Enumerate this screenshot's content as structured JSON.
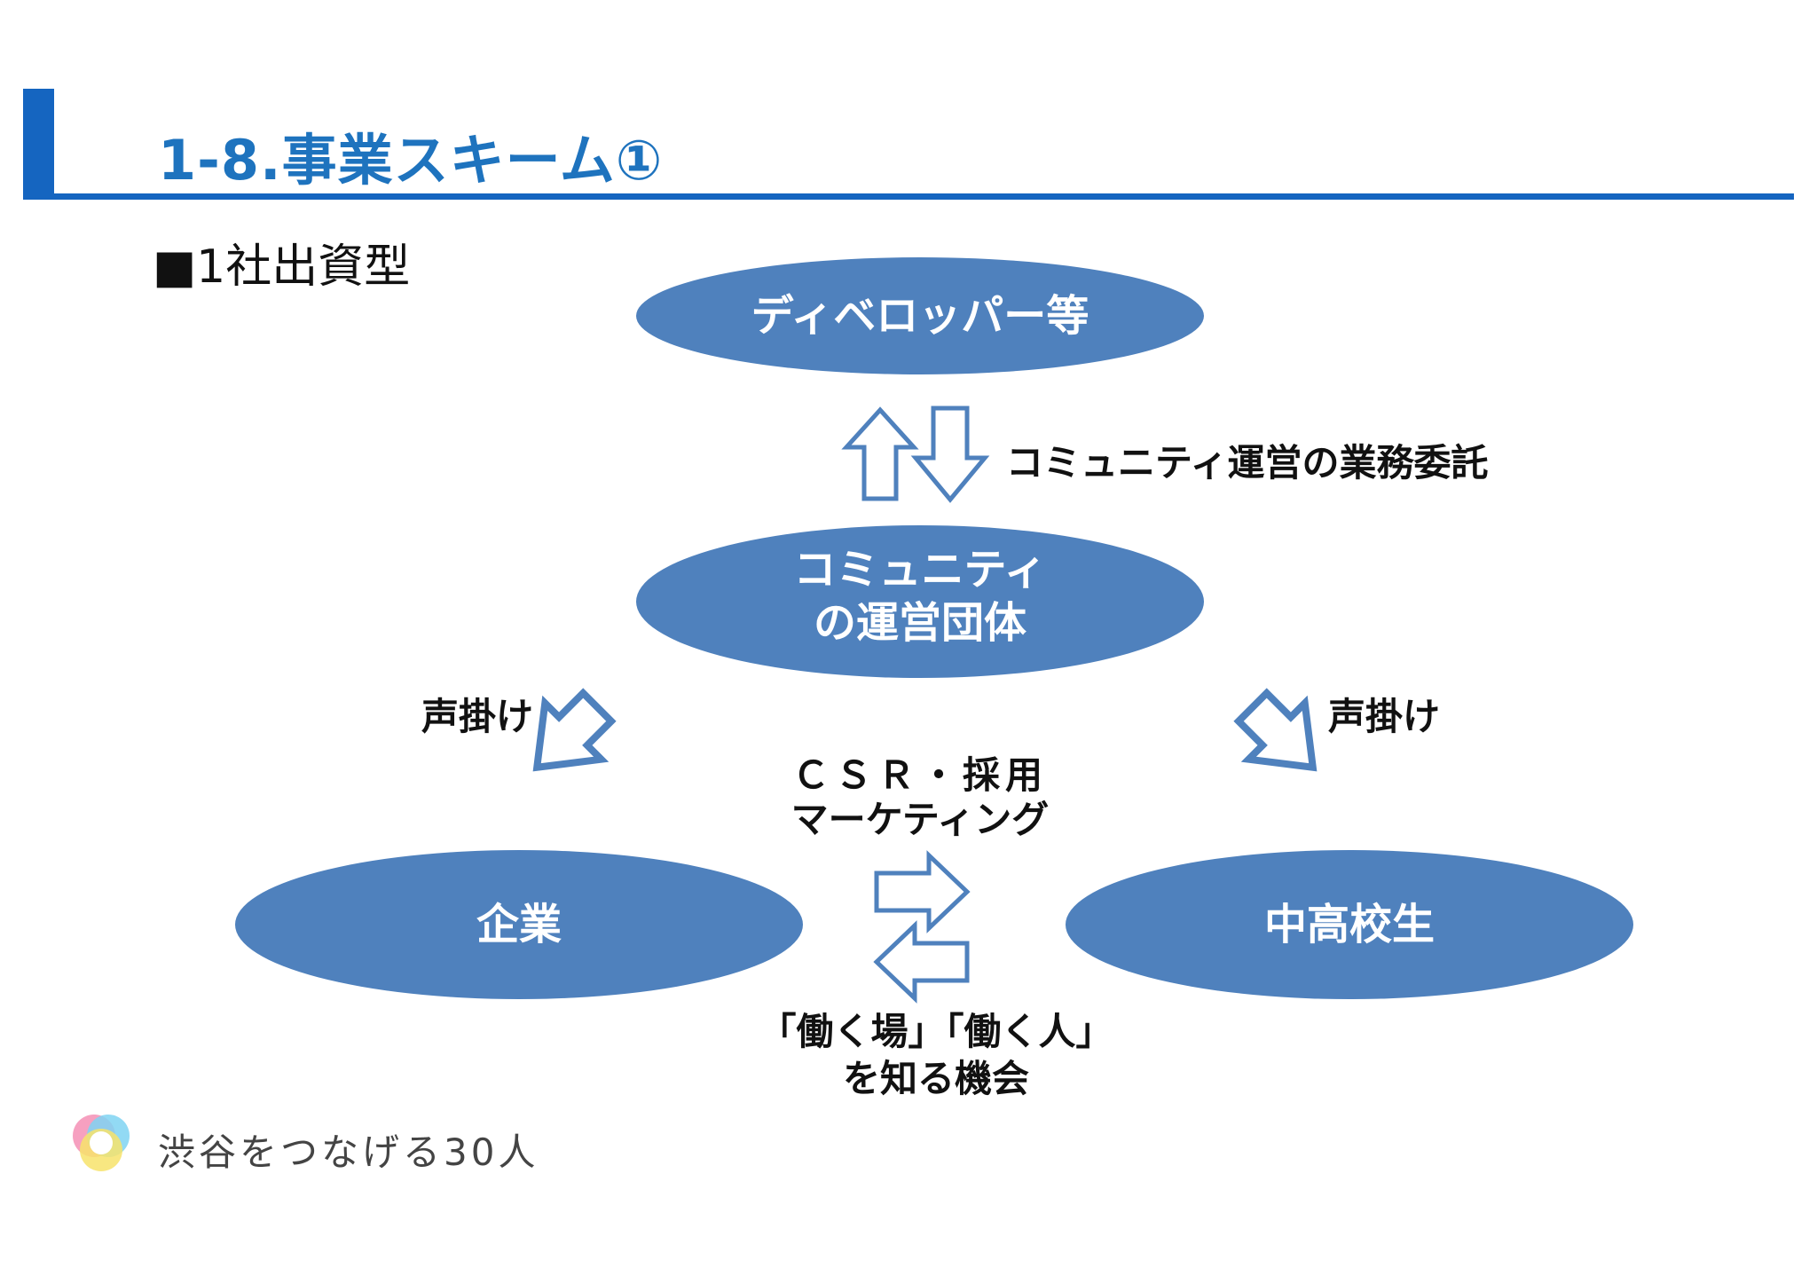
{
  "slide": {
    "title": "1-8.事業スキーム①",
    "subtitle": "■1社出資型",
    "accent_color": "#1565c0",
    "title_color": "#1e73be"
  },
  "diagram": {
    "node_color": "#4f81bd",
    "arrow_stroke": "#4f81bd",
    "nodes": {
      "developer": "ディベロッパー等",
      "operator_line1": "コミュニティ",
      "operator_line2": "の運営団体",
      "company": "企業",
      "students": "中高校生"
    },
    "labels": {
      "commission": "コミュニティ運営の業務委託",
      "call_left": "声掛け",
      "call_right": "声掛け",
      "csr_line1": "ＣＳＲ・採用",
      "csr_line2": "マーケティング",
      "work_line1": "「働く場」「働く人」",
      "work_line2": "を知る機会"
    }
  },
  "logo": {
    "text": "渋谷をつなげる30人",
    "icon": "multicolor-ring-icon"
  }
}
